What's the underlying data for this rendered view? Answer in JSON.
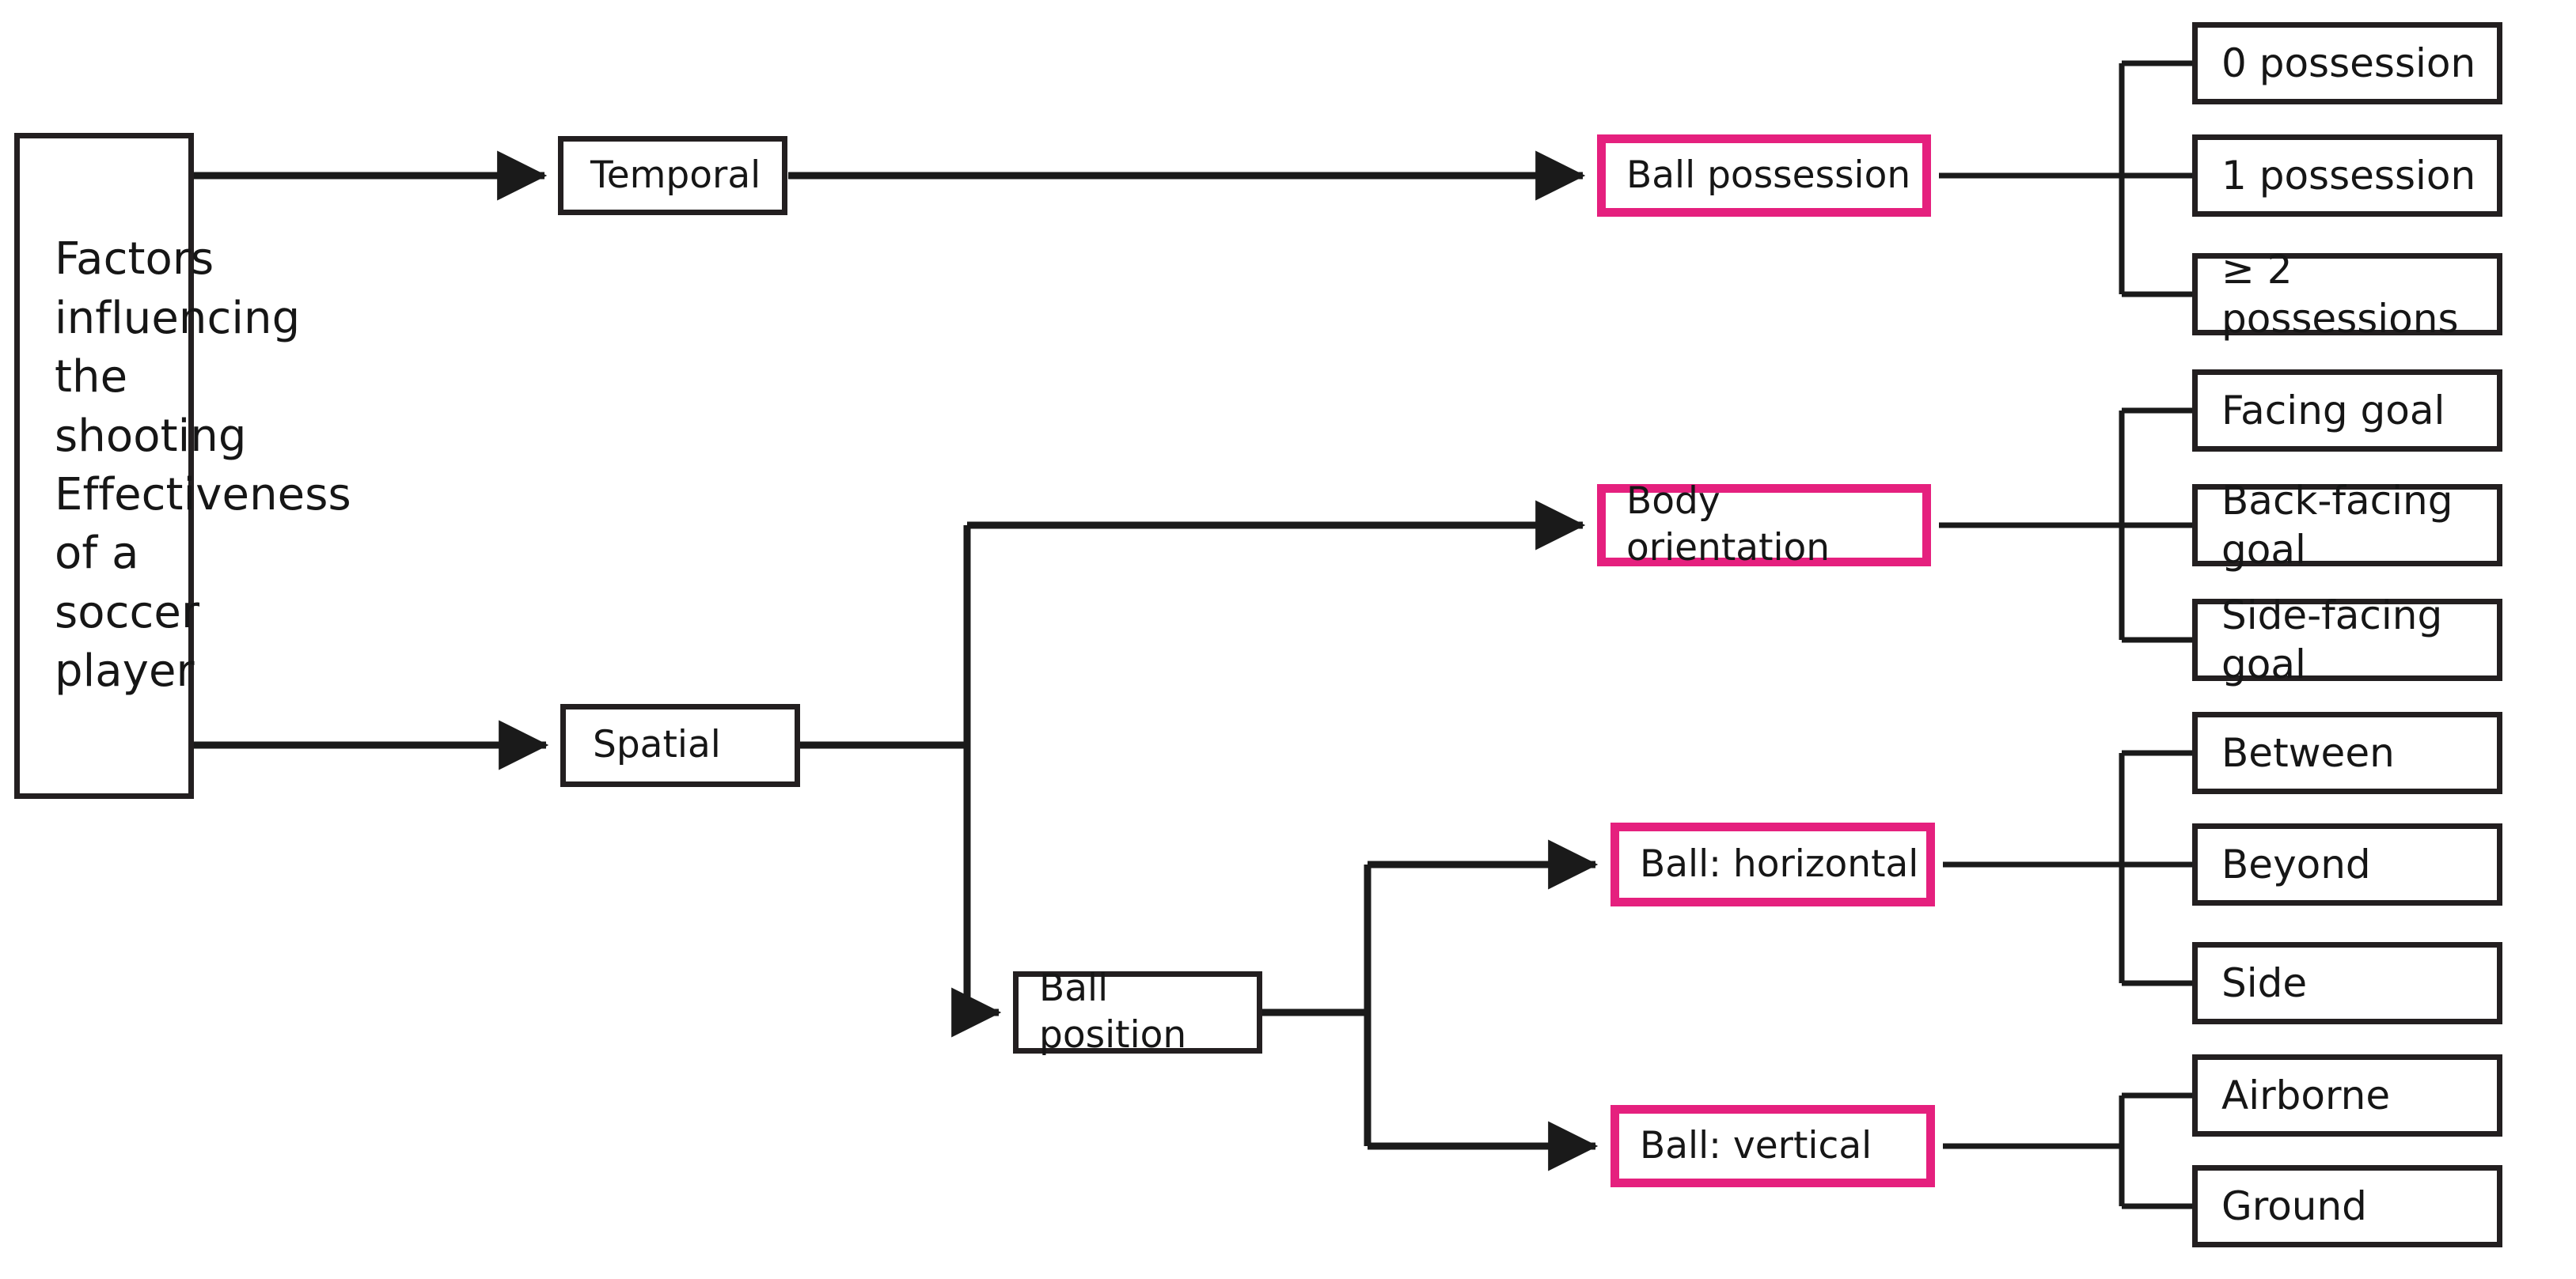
{
  "diagram": {
    "title": "Factors influencing the shooting Effectiveness of a soccer player",
    "colors": {
      "accent_pink": "#e5207e",
      "line_black": "#231f20",
      "background": "#ffffff"
    },
    "root": {
      "label": "Factors\ninfluencing\nthe shooting\nEffectiveness\nof a soccer\nplayer"
    },
    "branches": [
      {
        "id": "temporal",
        "label": "Temporal"
      },
      {
        "id": "spatial",
        "label": "Spatial"
      }
    ],
    "intermediate": [
      {
        "id": "ball-position",
        "label": "Ball position",
        "highlight": false
      }
    ],
    "categories": [
      {
        "id": "ball-possession",
        "label": "Ball possession",
        "highlight": true,
        "children": [
          {
            "id": "zero-possession",
            "label": "0 possession"
          },
          {
            "id": "one-possession",
            "label": "1 possession"
          },
          {
            "id": "two-or-more-possessions",
            "label": "≥ 2 possessions"
          }
        ]
      },
      {
        "id": "body-orientation",
        "label": "Body orientation",
        "highlight": true,
        "children": [
          {
            "id": "facing-goal",
            "label": "Facing goal"
          },
          {
            "id": "back-facing-goal",
            "label": "Back-facing goal"
          },
          {
            "id": "side-facing-goal",
            "label": "Side-facing goal"
          }
        ]
      },
      {
        "id": "ball-horizontal",
        "label": "Ball: horizontal",
        "highlight": true,
        "children": [
          {
            "id": "between",
            "label": "Between"
          },
          {
            "id": "beyond",
            "label": "Beyond"
          },
          {
            "id": "side",
            "label": "Side"
          }
        ]
      },
      {
        "id": "ball-vertical",
        "label": "Ball: vertical",
        "highlight": true,
        "children": [
          {
            "id": "airborne",
            "label": "Airborne"
          },
          {
            "id": "ground",
            "label": "Ground"
          }
        ]
      }
    ]
  }
}
